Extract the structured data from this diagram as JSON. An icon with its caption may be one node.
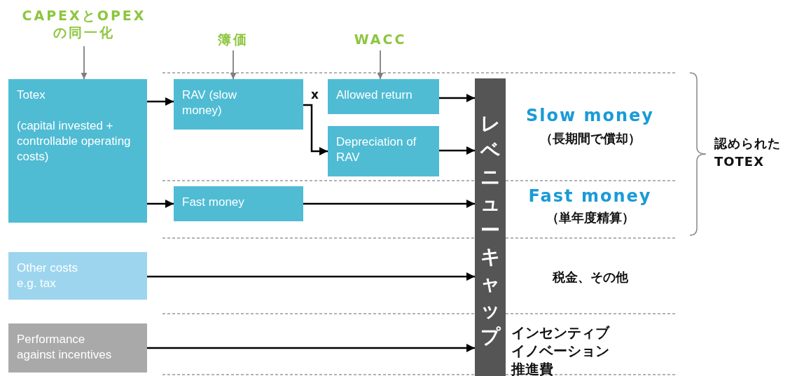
{
  "diagram": {
    "nodes": [
      {
        "text": [
          "CAPEXとOPEXの同一化"
        ]
      },
      {
        "text": [
          "Totex",
          "(capital invested + controllable operating costs)"
        ]
      },
      {
        "text": [
          "簿価"
        ]
      },
      {
        "text": [
          "RAV (slow money)"
        ]
      },
      {
        "text": [
          "WACC"
        ]
      },
      {
        "text": [
          "Allowed return"
        ]
      },
      {
        "text": [
          "Depreciation of RAV"
        ]
      },
      {
        "text": [
          "Fast money"
        ]
      },
      {
        "text": [
          "Other costs e.g. tax"
        ]
      },
      {
        "text": [
          "Performance against incentives"
        ]
      },
      {
        "text": [
          "レベニューキャップ"
        ]
      }
    ],
    "edges": [
      {
        "from": 0,
        "to": 1,
        "arrow": "to",
        "color": "#7f7f7f"
      },
      {
        "from": 2,
        "to": 3,
        "arrow": "to",
        "color": "#7f7f7f"
      },
      {
        "from": 4,
        "to": 5,
        "arrow": "to",
        "color": "#7f7f7f"
      },
      {
        "from": 1,
        "to": 3,
        "arrow": "to"
      },
      {
        "from": 1,
        "to": 7,
        "arrow": "to"
      },
      {
        "from": 3,
        "to": 6,
        "arrow": "to"
      },
      {
        "from": 5,
        "to": 10,
        "arrow": "to"
      },
      {
        "from": 6,
        "to": 10,
        "arrow": "to"
      },
      {
        "from": 7,
        "to": 10,
        "arrow": "to"
      },
      {
        "from": 8,
        "to": 10,
        "arrow": "to"
      },
      {
        "from": 9,
        "to": 10,
        "arrow": "to"
      }
    ],
    "labels": [
      "x",
      "Slow money",
      "（長期間で償却）",
      "Fast money",
      "（単年度精算）",
      "認められたTOTEX",
      "税金、その他",
      "インセンティブイノベーション推進費"
    ]
  }
}
